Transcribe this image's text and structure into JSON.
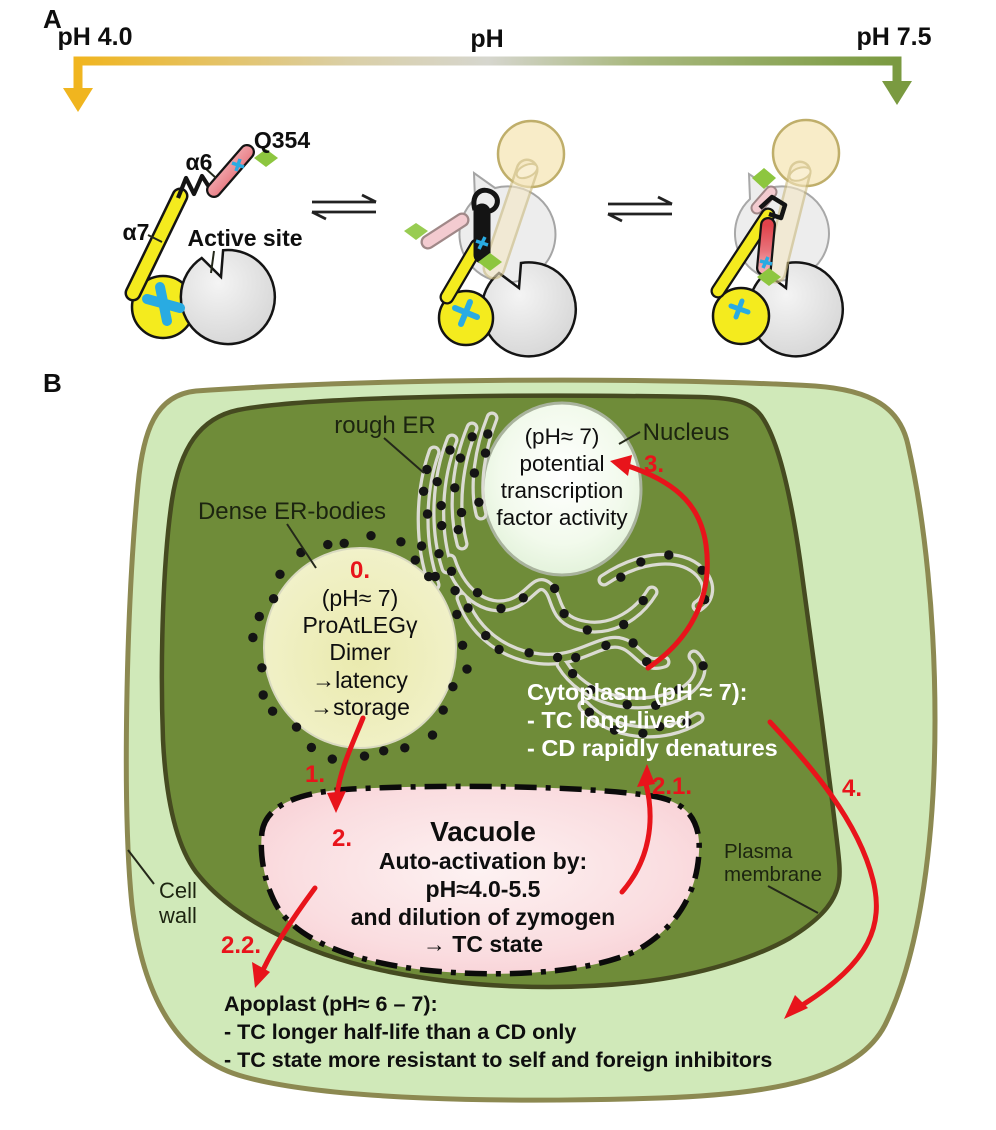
{
  "figure": {
    "panel_a_label": "A",
    "panel_b_label": "B"
  },
  "panel_a": {
    "ph_left": "pH 4.0",
    "ph_mid": "pH",
    "ph_right": "pH 7.5",
    "q354": "Q354",
    "alpha6": "α6",
    "alpha7": "α7",
    "active_site": "Active site"
  },
  "panel_b": {
    "rough_er": "rough ER",
    "dense_er_bodies": "Dense ER-bodies",
    "nucleus_label": "Nucleus",
    "nucleus_lines": [
      "(pH≈ 7)",
      "potential",
      "transcription",
      "factor activity"
    ],
    "er_body": {
      "step": "0.",
      "lines": [
        "(pH≈ 7)",
        "ProAtLEGγ",
        "Dimer",
        "→latency",
        "→storage"
      ]
    },
    "cytoplasm_lines": [
      "Cytoplasm (pH ≈ 7):",
      "- TC long-lived",
      "- CD rapidly denatures"
    ],
    "vacuole": {
      "title": "Vacuole",
      "lines": [
        "Auto-activation by:",
        "pH≈4.0-5.5",
        "and dilution of zymogen",
        "→ TC state"
      ]
    },
    "plasma_membrane": [
      "Plasma",
      "membrane"
    ],
    "cell_wall": [
      "Cell",
      "wall"
    ],
    "apoplast_lines": [
      "Apoplast (pH≈ 6 – 7):",
      "- TC longer half-life than a CD only",
      "- TC state more resistant to self and foreign inhibitors"
    ],
    "steps": {
      "s1": "1.",
      "s2": "2.",
      "s21": "2.1.",
      "s22": "2.2.",
      "s3": "3.",
      "s4": "4."
    }
  },
  "colors": {
    "ph_acid": "#F0B51F",
    "ph_base": "#7A9A40",
    "arrow_red": "#E8141B",
    "cell_wall_fill": "#D0E9B9",
    "cell_wall_stroke": "#8C8951",
    "cytoplasm_fill": "#6F8C39",
    "vacuole_pink": "#F6C3CA",
    "er_body_fill": "#E9E9AC",
    "diamond_green": "#8DC63F",
    "cyan": "#29ABE2",
    "rod_yellow": "#F4EB1E"
  }
}
